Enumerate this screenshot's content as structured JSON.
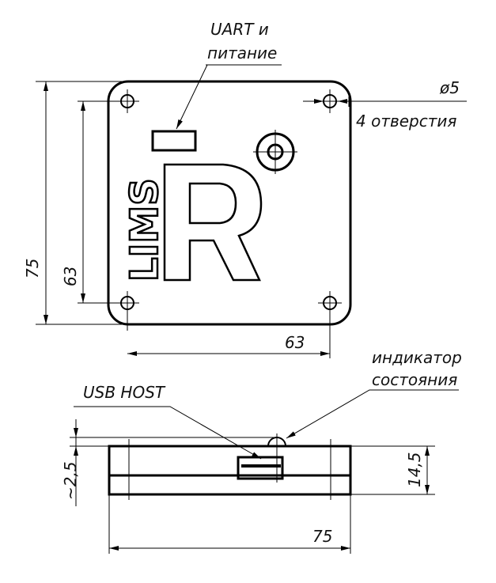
{
  "top_view": {
    "label_uart": "UART и",
    "label_power": "питание",
    "hole_diameter": "ø5",
    "hole_count": "4 отверстия",
    "dim_height_outer": "75",
    "dim_height_holes": "63",
    "dim_width_holes": "63",
    "logo_text": "LIMS R"
  },
  "side_view": {
    "label_usb": "USB HOST",
    "label_indicator_1": "индикатор",
    "label_indicator_2": "состояния",
    "dim_led": "~2,5",
    "dim_height": "14,5",
    "dim_width": "75"
  },
  "colors": {
    "line": "#000000",
    "background": "#ffffff"
  }
}
